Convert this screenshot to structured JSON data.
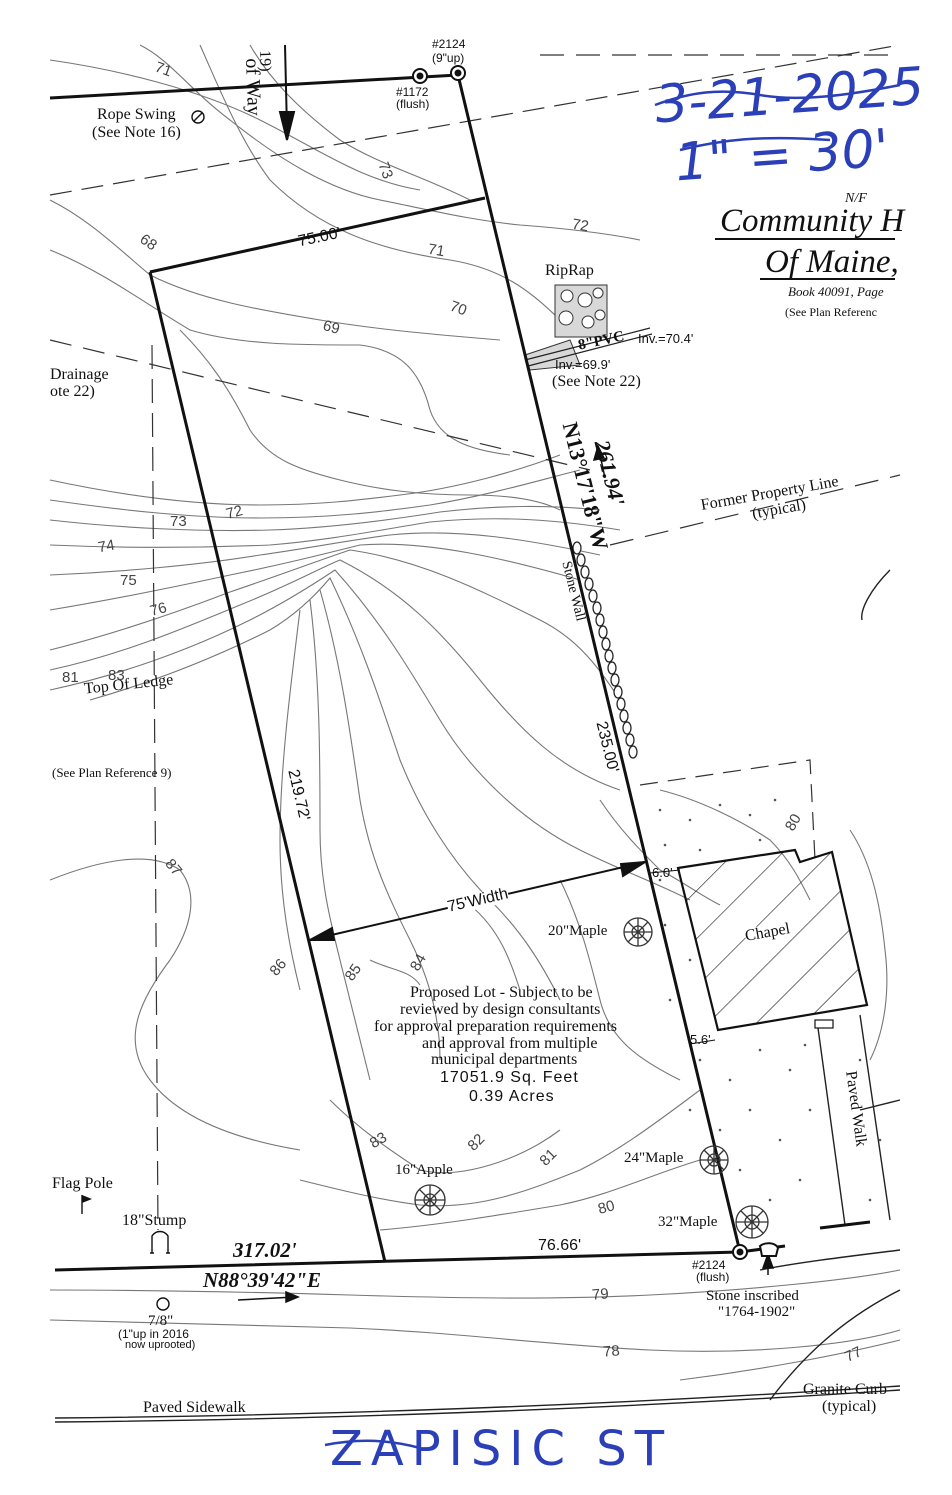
{
  "annotation": {
    "date": "3-21-2025",
    "scale": "1\" = 30'",
    "street": "ZAPISIC ST"
  },
  "owner": {
    "nf": "N/F",
    "name_line1": "Community H",
    "name_line2": "Of Maine,",
    "book": "Book 40091, Page",
    "reference": "(See Plan Referenc"
  },
  "right_of_way": {
    "label": "of Way",
    "note": "19)"
  },
  "monuments": {
    "m1172": {
      "id": "#1172",
      "note": "(flush)"
    },
    "m2124_top": {
      "id": "#2124",
      "note": "(9\"up)"
    },
    "m2124_bottom": {
      "id": "#2124",
      "note": "(flush)"
    }
  },
  "features": {
    "rope_swing": "Rope Swing",
    "rope_swing_note": "(See Note 16)",
    "riprap": "RipRap",
    "pvc": "8\"PVC",
    "inv_out": "Inv.=70.4'",
    "inv_in": "Inv.=69.9'",
    "pvc_note": "(See Note 22)",
    "drainage": "Drainage",
    "drainage_note": "ote 22)",
    "former_line": "Former Property Line",
    "former_line_note": "(typical)",
    "stone_wall": "Stone Wall",
    "top_of_ledge": "Top Of Ledge",
    "plan_ref": "(See Plan Reference 9)",
    "chapel": "Chapel",
    "paved_walk": "Paved Walk",
    "flag_pole": "Flag Pole",
    "stump": "18\"Stump",
    "pin": "7/8\"",
    "pin_note1": "(1\"up in 2016",
    "pin_note2": "now uprooted)",
    "stone_inscribed": "Stone inscribed",
    "stone_years": "\"1764-1902\"",
    "granite_curb": "Granite Curb",
    "granite_curb_note": "(typical)",
    "paved_sidewalk": "Paved Sidewalk"
  },
  "trees": {
    "maple20": "20\"Maple",
    "maple24": "24\"Maple",
    "maple32": "32\"Maple",
    "apple16": "16\"Apple"
  },
  "dimensions": {
    "north_line": "75.00'",
    "east_bearing": "N13°17'18\"W",
    "east_distance": "261.94'",
    "east_segment": "235.00'",
    "west_line": "219.72'",
    "width": "75'Width",
    "offset_top": "6.0'",
    "offset_bottom": "5.6'",
    "south_total": "317.02'",
    "south_bearing": "N88°39'42\"E",
    "south_segment": "76.66'"
  },
  "lot": {
    "line1": "Proposed Lot - Subject to be",
    "line2": "reviewed by design consultants",
    "line3": "for approval preparation requirements",
    "line4": "and approval from multiple",
    "line5": "municipal departments",
    "area_sqft": "17051.9 Sq. Feet",
    "area_acres": "0.39 Acres"
  },
  "contours": {
    "c68": "68",
    "c69": "69",
    "c70": "70",
    "c71": "71",
    "c71b": "71",
    "c72": "72",
    "c72b": "72",
    "c73": "73",
    "c73b": "73",
    "c74": "74",
    "c75": "75",
    "c76": "76",
    "c80": "80",
    "c80b": "80",
    "c81": "81",
    "c81b": "81",
    "c82": "82",
    "c83": "83",
    "c83b": "83",
    "c84": "84",
    "c85": "85",
    "c86": "86",
    "c87": "87",
    "c77": "77",
    "c78": "78",
    "c79": "79"
  }
}
